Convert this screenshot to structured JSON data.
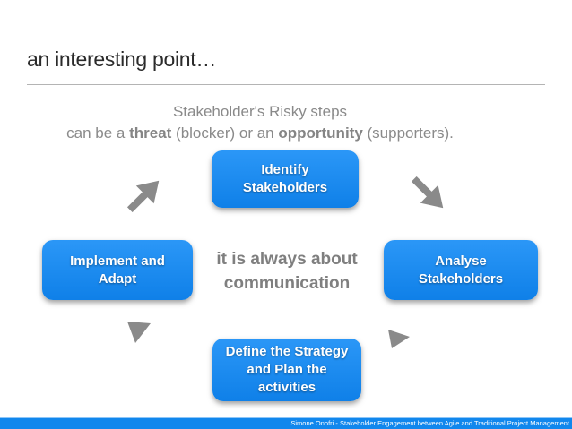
{
  "slide": {
    "title": "an interesting point…",
    "subtitle": {
      "line1": "Stakeholder's Risky steps",
      "line2": {
        "pre": "can be a ",
        "bold1": "threat",
        "mid": " (blocker) or an ",
        "bold2": "opportunity",
        "post": " (supporters)."
      }
    },
    "diagram": {
      "nodes": {
        "top": "Identify\nStakeholders",
        "right": "Analyse\nStakeholders",
        "bottom": "Define the Strategy\nand Plan the\nactivities",
        "left": "Implement and\nAdapt"
      },
      "center_message": "it is always about\ncommunication",
      "icons": {
        "top_left": "arrow-up-right-icon",
        "top_right": "arrow-down-right-icon",
        "bottom_right": "arrow-right-icon",
        "bottom_left": "arrow-down-icon"
      }
    },
    "footer": {
      "credit": "Simone Onofri - Stakeholder Engagement between Agile and Traditional Project Management"
    },
    "colors": {
      "node_blue": "#1b8cf0",
      "footer_blue": "#1187ed",
      "arrow_gray": "#8a8a8a",
      "subtitle_gray": "#8a8a8a",
      "center_text_gray": "#7f7f7f",
      "title_color": "#2b2b2b"
    }
  }
}
